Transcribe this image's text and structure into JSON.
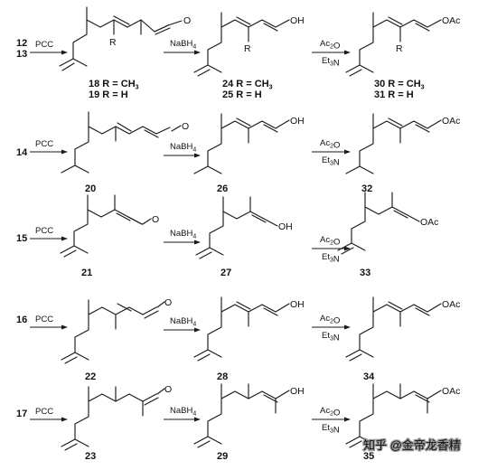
{
  "rows": [
    {
      "start": [
        "12",
        "13"
      ],
      "reagent1": "PCC",
      "reagent2": "NaBH4",
      "reagent3": [
        "Ac2O",
        "Et3N"
      ],
      "aldehyde": {
        "ids": "18 R = CH3",
        "ids2": "19 R = H",
        "sub": "R"
      },
      "alcohol": {
        "ids": "24 R = CH3",
        "ids2": "25 R = H",
        "sub": "R"
      },
      "acetate": {
        "ids": "30 R = CH3",
        "ids2": "31 R = H",
        "sub": "R"
      }
    },
    {
      "start": [
        "14"
      ],
      "reagent1": "PCC",
      "reagent2": "NaBH4",
      "reagent3": [
        "Ac2O",
        "Et3N"
      ],
      "aldehyde": {
        "ids": "20"
      },
      "alcohol": {
        "ids": "26"
      },
      "acetate": {
        "ids": "32"
      }
    },
    {
      "start": [
        "15"
      ],
      "reagent1": "PCC",
      "reagent2": "NaBH4",
      "reagent3": [
        "Ac2O",
        "Et3N"
      ],
      "aldehyde": {
        "ids": "21"
      },
      "alcohol": {
        "ids": "27"
      },
      "acetate": {
        "ids": "33"
      }
    },
    {
      "start": [
        "16"
      ],
      "reagent1": "PCC",
      "reagent2": "NaBH4",
      "reagent3": [
        "Ac2O",
        "Et3N"
      ],
      "aldehyde": {
        "ids": "22"
      },
      "alcohol": {
        "ids": "28"
      },
      "acetate": {
        "ids": "34"
      }
    },
    {
      "start": [
        "17"
      ],
      "reagent1": "PCC",
      "reagent2": "NaBH4",
      "reagent3": [
        "Ac2O",
        "Et3N"
      ],
      "aldehyde": {
        "ids": "23"
      },
      "alcohol": {
        "ids": "29"
      },
      "acetate": {
        "ids": "35"
      }
    }
  ],
  "atoms": {
    "oxygen": "O",
    "hydroxyl": "OH",
    "acetoxy": "OAc"
  },
  "watermark": "知乎 @金帝龙香精"
}
